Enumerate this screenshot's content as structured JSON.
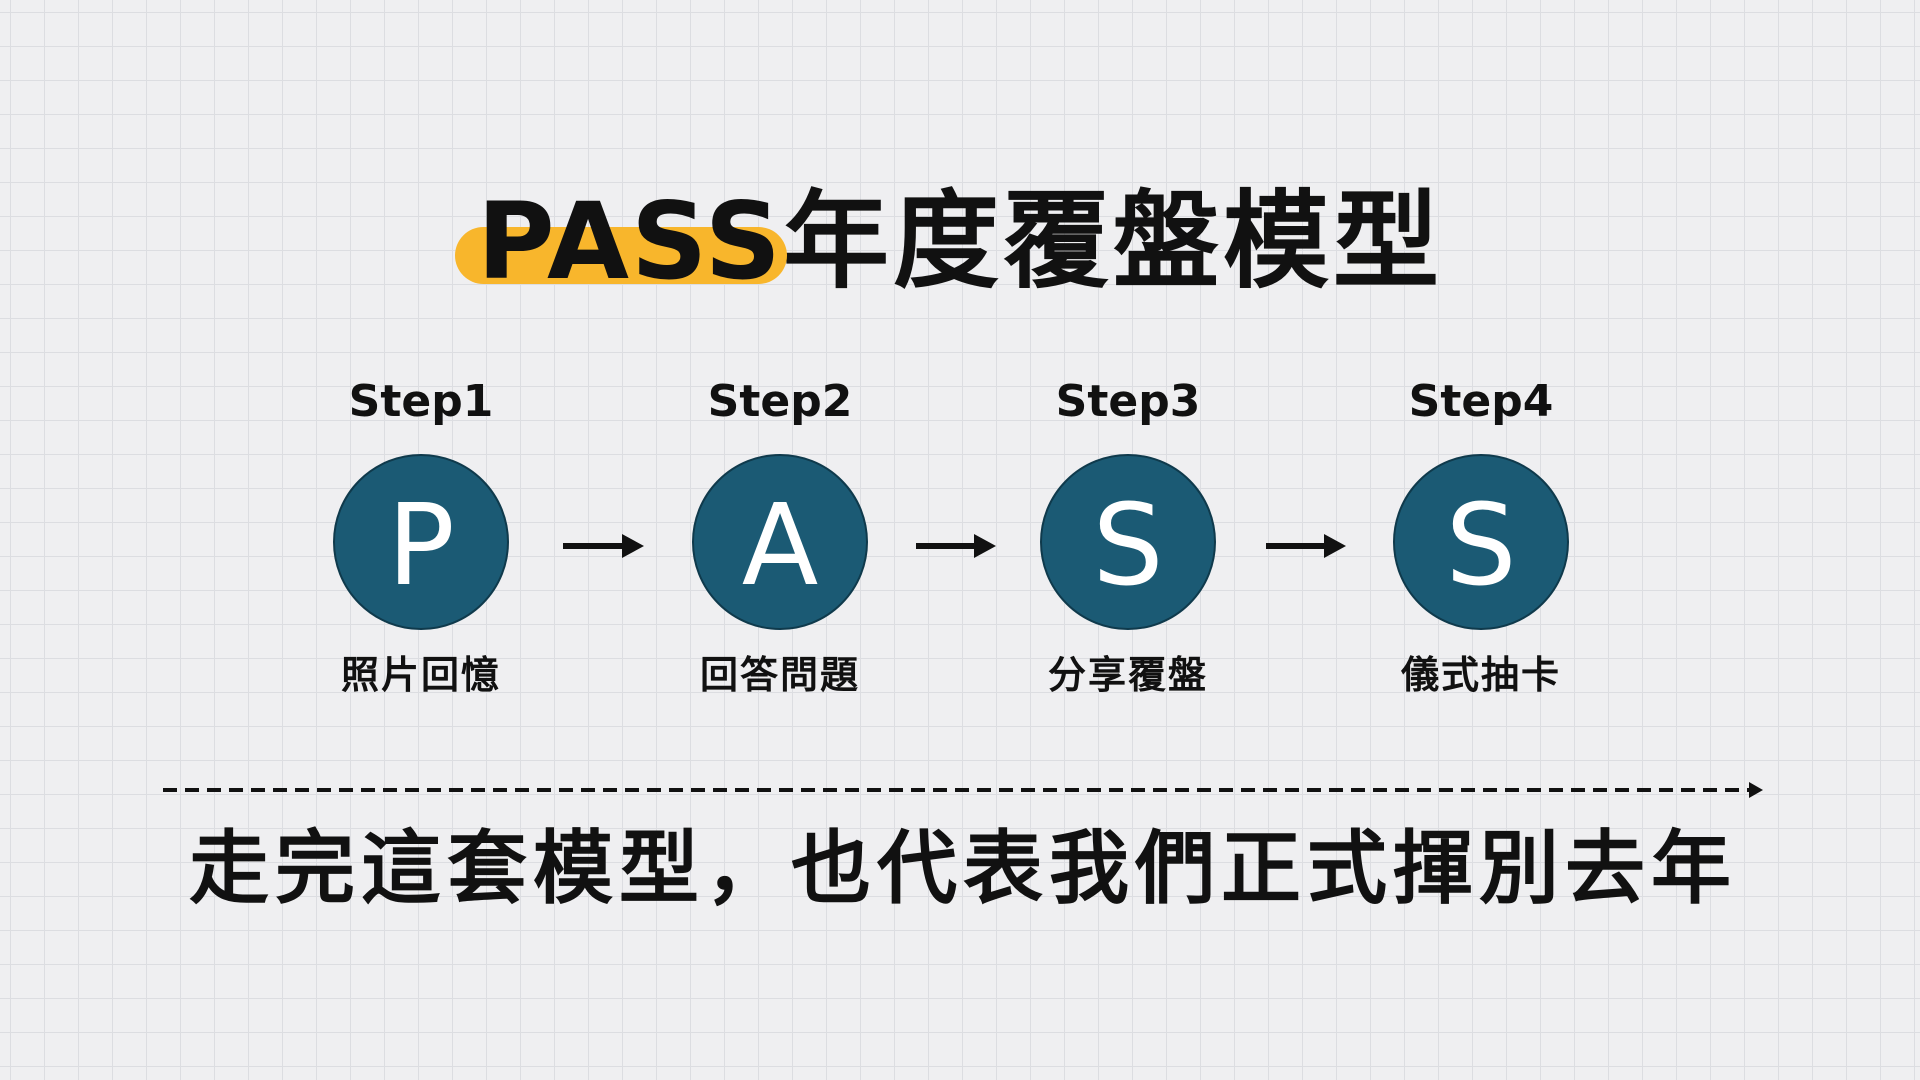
{
  "slide": {
    "title": {
      "highlight_text": "PASS",
      "rest_text": "年度覆盤模型"
    },
    "steps": [
      {
        "label": "Step1",
        "letter": "P",
        "caption": "照片回憶"
      },
      {
        "label": "Step2",
        "letter": "A",
        "caption": "回答問題"
      },
      {
        "label": "Step3",
        "letter": "S",
        "caption": "分享覆盤"
      },
      {
        "label": "Step4",
        "letter": "S",
        "caption": "儀式抽卡"
      }
    ],
    "connector_icon": "arrow-right-icon",
    "timeline_icon": "dashed-arrow-right-icon",
    "footer_text": "走完這套模型，也代表我們正式揮別去年"
  },
  "colors": {
    "background": "#efeff1",
    "grid": "#dcdde1",
    "highlight": "#f8b62c",
    "circle": "#1b5a74",
    "circle_letter": "#ffffff",
    "text": "#111111"
  }
}
